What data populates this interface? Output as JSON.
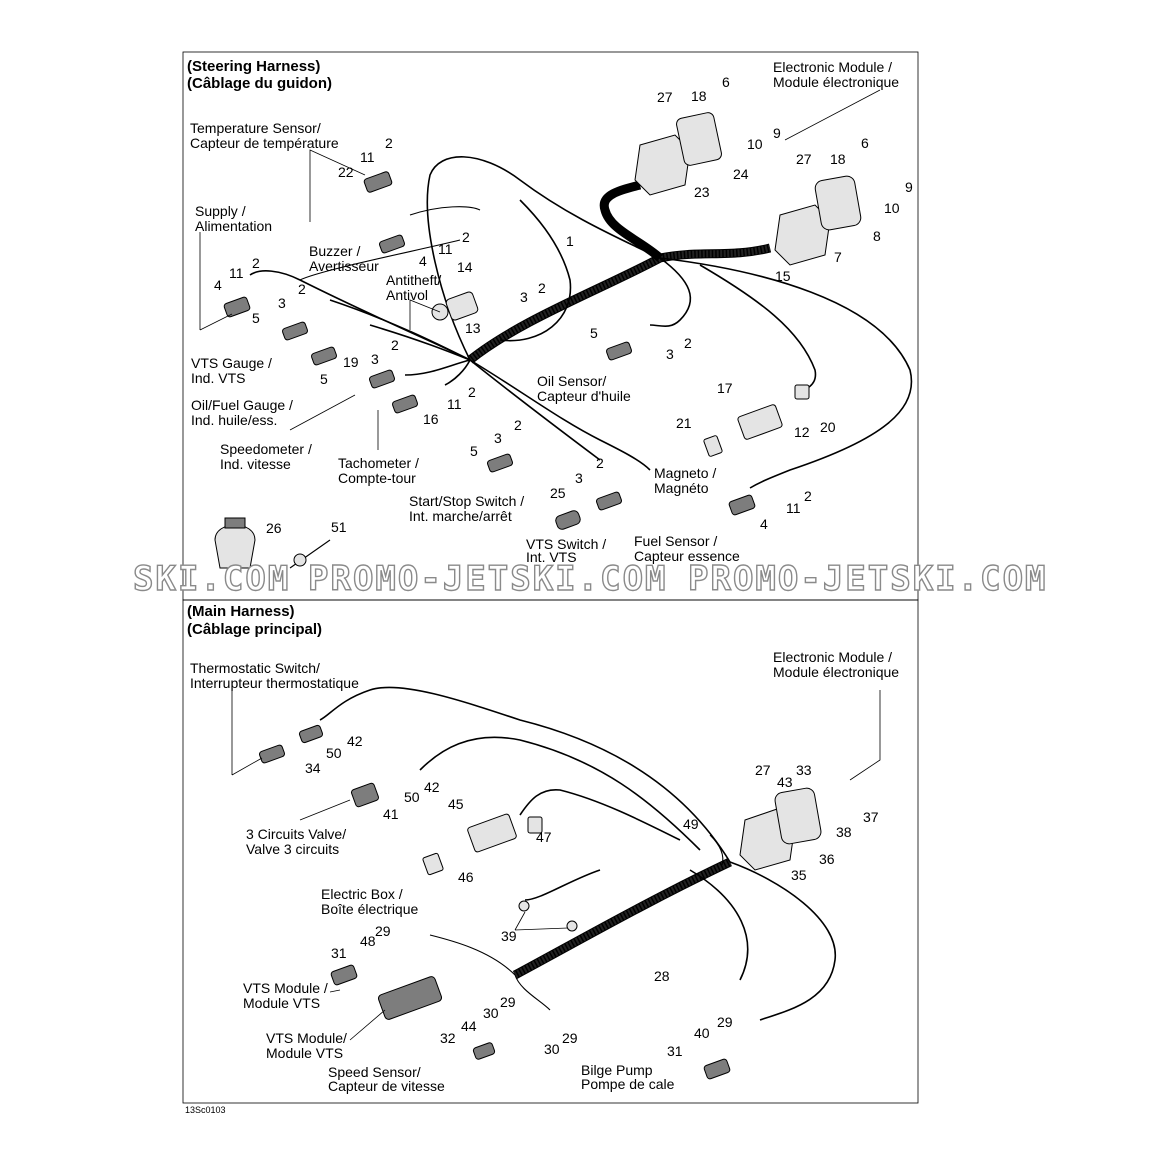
{
  "steering": {
    "title_en": "(Steering Harness)",
    "title_fr": "(Câblage du guidon)",
    "labels": [
      {
        "id": "temp",
        "l1": "Temperature Sensor/",
        "l2": "Capteur de température"
      },
      {
        "id": "supply",
        "l1": "Supply /",
        "l2": "Alimentation"
      },
      {
        "id": "buzzer",
        "l1": "Buzzer /",
        "l2": "Avertisseur"
      },
      {
        "id": "antitheft",
        "l1": "Antitheft/",
        "l2": "Antivol"
      },
      {
        "id": "vtsgauge",
        "l1": "VTS Gauge /",
        "l2": "Ind. VTS"
      },
      {
        "id": "oilfuel",
        "l1": "Oil/Fuel Gauge /",
        "l2": "Ind. huile/ess."
      },
      {
        "id": "speedo",
        "l1": "Speedometer /",
        "l2": "Ind. vitesse"
      },
      {
        "id": "tacho",
        "l1": "Tachometer /",
        "l2": "Compte-tour"
      },
      {
        "id": "startstop",
        "l1": "Start/Stop Switch /",
        "l2": "Int. marche/arrêt"
      },
      {
        "id": "vtsswitch",
        "l1": "VTS Switch /",
        "l2": "Int. VTS"
      },
      {
        "id": "oilsensor",
        "l1": "Oil Sensor/",
        "l2": "Capteur d'huile"
      },
      {
        "id": "magneto",
        "l1": "Magneto /",
        "l2": "Magnéto"
      },
      {
        "id": "fuelsensor",
        "l1": "Fuel Sensor /",
        "l2": "Capteur essence"
      },
      {
        "id": "elecmod",
        "l1": "Electronic Module /",
        "l2": "Module électronique"
      }
    ],
    "callouts": [
      "1",
      "2",
      "3",
      "4",
      "5",
      "6",
      "7",
      "8",
      "9",
      "10",
      "11",
      "12",
      "13",
      "14",
      "15",
      "16",
      "17",
      "18",
      "19",
      "20",
      "21",
      "22",
      "23",
      "24",
      "25",
      "26",
      "27",
      "51"
    ]
  },
  "main": {
    "title_en": "(Main Harness)",
    "title_fr": "(Câblage principal)",
    "labels": [
      {
        "id": "thermo",
        "l1": "Thermostatic Switch/",
        "l2": "Interrupteur thermostatique"
      },
      {
        "id": "valve",
        "l1": "3 Circuits Valve/",
        "l2": "Valve 3 circuits"
      },
      {
        "id": "elecbox",
        "l1": "Electric Box /",
        "l2": "Boîte électrique"
      },
      {
        "id": "vtsmod1",
        "l1": "VTS Module /",
        "l2": "Module VTS"
      },
      {
        "id": "vtsmod2",
        "l1": "VTS Module/",
        "l2": "Module VTS"
      },
      {
        "id": "speedsensor",
        "l1": "Speed Sensor/",
        "l2": "Capteur de vitesse"
      },
      {
        "id": "bilge",
        "l1": "Bilge Pump",
        "l2": "Pompe de cale"
      },
      {
        "id": "elecmod2",
        "l1": "Electronic Module /",
        "l2": "Module électronique"
      }
    ],
    "callouts": [
      "27",
      "28",
      "29",
      "30",
      "31",
      "32",
      "33",
      "34",
      "35",
      "36",
      "37",
      "38",
      "39",
      "40",
      "41",
      "42",
      "43",
      "44",
      "45",
      "46",
      "47",
      "48",
      "49",
      "50"
    ]
  },
  "watermark": {
    "text1": "SKI.COM",
    "text2": "PROMO-JETSKI.COM",
    "text3": "PROMO-JETSKI.COM"
  },
  "ref_code": "13Sc0103"
}
